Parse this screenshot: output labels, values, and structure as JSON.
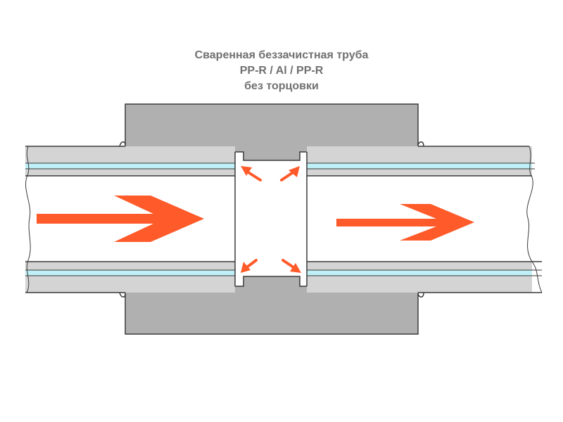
{
  "title": {
    "line1": "Сваренная беззачистная труба",
    "line2": "PP-R / Al / PP-R",
    "line3": "без торцовки"
  },
  "colors": {
    "fitting": "#b0b0b0",
    "pipe_wall": "#d4d4d4",
    "aluminium_layer": "#bff0f7",
    "bore": "#ffffff",
    "outline": "#3a3a3a",
    "arrow": "#ff5a2a",
    "title_text": "#707070"
  },
  "elements": {
    "flow_arrow_left": "flow-direction-arrow",
    "flow_arrow_right": "flow-direction-arrow",
    "gap_arrows": "expansion-arrows"
  }
}
